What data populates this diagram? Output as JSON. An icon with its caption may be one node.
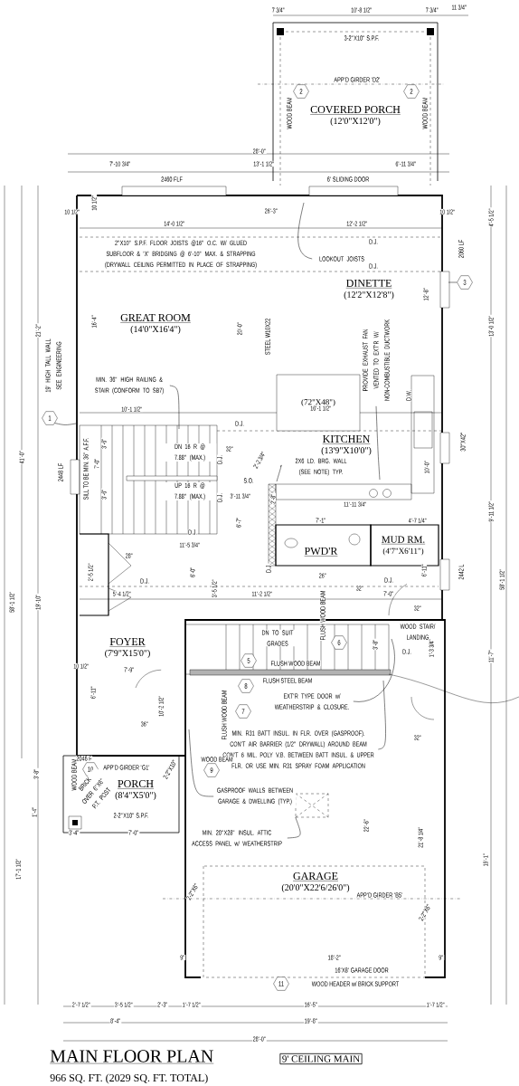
{
  "diagram": {
    "title": "MAIN FLOOR PLAN",
    "caption": "966 SQ. FT. (2029 SQ. FT. TOTAL)",
    "nodes": [
      {
        "text": [
          "COVERED PORCH",
          "(12'0\"X12'0\")"
        ]
      },
      {
        "text": [
          "GREAT ROOM",
          "(14'0\"X16'4\")"
        ]
      },
      {
        "text": [
          "DINETTE",
          "(12'2\"X12'8\")"
        ]
      },
      {
        "text": [
          "KITCHEN",
          "(13'9\"X10'0\")"
        ]
      },
      {
        "text": [
          "(72\"X48\")"
        ]
      },
      {
        "text": [
          "PWD'R"
        ]
      },
      {
        "text": [
          "MUD RM.",
          "(4'7\"X6'11\")"
        ]
      },
      {
        "text": [
          "FOYER",
          "(7'9\"X15'0\")"
        ]
      },
      {
        "text": [
          "PORCH",
          "(8'4\"X5'0\")"
        ]
      },
      {
        "text": [
          "GARAGE",
          "(20'0\"X22'6/26'0\")"
        ]
      },
      {
        "text": [],
        "shape": "box"
      },
      {
        "text": [
          "9' CEILING MAIN"
        ]
      },
      {
        "text": [
          "1"
        ],
        "beside": [
          "19' HIGH TALL WALL SEE ENGINEERING"
        ]
      },
      {
        "text": [
          "2"
        ]
      },
      {
        "text": [
          "2"
        ]
      },
      {
        "text": [
          "3"
        ]
      },
      {
        "text": [
          "5"
        ]
      },
      {
        "text": [
          "6"
        ]
      },
      {
        "text": [
          "7"
        ]
      },
      {
        "text": [
          "8"
        ]
      },
      {
        "text": [
          "9"
        ]
      },
      {
        "text": [
          "10"
        ]
      },
      {
        "text": [
          "11"
        ]
      },
      {
        "text": [
          "MIN. 36\" HIGH RAILING & STAIR (CONFORM TO SB7)"
        ]
      },
      {
        "text": [
          "LOOKOUT JOISTS"
        ]
      },
      {
        "text": [
          "PROVIDE EXHAUST FAN VENTED TO EXT'R W/ NON-COMBUSTIBLE DUCTWORK"
        ]
      },
      {
        "text": [
          "2X6 LD. BRG. WALL (SEE NOTE) TYP."
        ]
      },
      {
        "text": [
          "EXT'R TYPE DOOR w/ WEATHERSTRIP & CLOSURE."
        ]
      },
      {
        "text": [
          "MIN. R31 BATT INSUL. IN FLR. OVER (GASPROOF). CON'T AIR BARRIER (1/2\" DRYWALL) AROUND BEAM CON'T 6 MIL. POLY V.B. BETWEEN BATT INSUL. & UPPER FLR. OR USE MIN. R31 SPRAY FOAM APPLICATION"
        ]
      },
      {
        "text": [
          "GASPROOF WALLS BETWEEN GARAGE & DWELLING (TYP.)"
        ]
      },
      {
        "text": [
          "MIN. 20\"X28\" INSUL. ATTIC ACCESS PANEL w/ WEATHERSTRIP"
        ]
      }
    ],
    "edges": [
      {
        "from": 12,
        "to": null,
        "arrow": "none"
      },
      {
        "from": 23,
        "to": null,
        "arrow": "none"
      },
      {
        "from": 24,
        "to": null,
        "arrow": "none"
      },
      {
        "from": 25,
        "to": null,
        "arrow": "none"
      },
      {
        "from": 26,
        "to": null,
        "arrow": "none"
      },
      {
        "from": 27,
        "to": null,
        "arrow": "none"
      },
      {
        "from": 28,
        "to": null,
        "arrow": "none"
      },
      {
        "from": 29,
        "to": null,
        "arrow": "none"
      },
      {
        "from": 30,
        "to": 10,
        "arrow": "none"
      },
      {
        "from": 15,
        "to": null,
        "arrow": "none"
      }
    ],
    "labels": [
      "7 3/4\"",
      "10'-8 1/2\"",
      "7 3/4\"",
      "11 3/4\"",
      "3-2\"X10\" S.P.F.",
      "APP'D GIRDER 'D2'",
      "WOOD BEAM",
      "WOOD BEAM",
      "28'-0\"",
      "7'-10 3/4\"",
      "13'-1 1/2\"",
      "6'-11 3/4\"",
      "2460 FLF",
      "6' SLIDING DOOR",
      "10 1/2\"",
      "10 1/2\"",
      "26'-3\"",
      "10 1/2\"",
      "4'-5 1/2\"",
      "14'-0 1/2\"",
      "12'-2 1/2\"",
      "2\"X10\" S.P.F. FLOOR JOISTS @16\" O.C. W/ GLUED SUBFLOOR & 'X' BRIDGING @ 6'-10\" MAX. & STRAPPING (DRYWALL CEILING PERMITTED IN PLACE OF STRAPPING)",
      "D.J.",
      "D.J.",
      "2060 LF",
      "12'-8\"",
      "21'-2\"",
      "16'-4\"",
      "20'-0\"",
      "STEEL W10X22",
      "13'-0 1/2\"",
      "10'-1 1/2\"",
      "16'-1 1/2\"",
      "D.J.",
      "D.W.",
      "30\"X42\"",
      "DN 16 R @ 7.88\" (MAX.)",
      "32\"",
      "D.J.",
      "D.J.",
      "41'-0\"",
      "2448 LF",
      "SILL TO BE MIN. 36\" A.F.F.",
      "7'-0\"",
      "3'-6\"",
      "3'-6\"",
      "UP 16 R @ 7.88\" (MAX.)",
      "S.O.",
      "2'-2 3/4\"",
      "2'-8\"",
      "3'-11 3/4\"",
      "11'-11 3/4\"",
      "10'-0\"",
      "9'-11 1/2\"",
      "6'-7\"",
      "7'-1\"",
      "4'-7 1/4\"",
      "D.J.",
      "11'-5 3/4\"",
      "28\"",
      "6'-0\"",
      "2'-5 1/2\"",
      "5'-4 1/2\"",
      "D.J.",
      "58'-1 1/2\"",
      "19'-10\"",
      "3'-5 1/2\"",
      "11'-2 1/2\"",
      "D.J.",
      "26\"",
      "32\"",
      "D.J.",
      "7'-0\"",
      "6'-11\"",
      "2442 L",
      "58'-1 1/2\"",
      "FLUSH WOOD BEAM",
      "32\"",
      "WOOD STAIR/ LANDING",
      "D.J.",
      "1'-3 3/4\"",
      "11'-7\"",
      "DN TO SUIT GRADES",
      "FLUSH WOOD BEAM",
      "3'-8\"",
      "7'-9\"",
      "10 1/2\"",
      "6'-11\"",
      "10'-2 1/2\"",
      "FLUSH STEEL BEAM",
      "FLUSH WOOD BEAM",
      "36\"",
      "32\"",
      "2046 F",
      "APP'D GIRDER 'G1'",
      "WOOD BEAM",
      "BRICK OVER 6\"X6\" P.T. POST",
      "2-2\"X10\"",
      "WOOD BEAM",
      "3'-8\"",
      "1'-4\"",
      "2-2\"X10\" S.P.F.",
      "3'-4\"",
      "7'-0\"",
      "22'-6\"",
      "21'-8 1/4\"",
      "19'-1\"",
      "17'-1 1/2\"",
      "2-2\"X6\"",
      "APP'D GIRDER 'B5'",
      "2-2\"X6\"",
      "9\"",
      "18'-2\"",
      "9\"",
      "16'X8' GARAGE DOOR",
      "WOOD HEADER w/ BRICK SUPPORT",
      "2'-7 1/2\"",
      "3'-5 1/2\"",
      "2'-3\"",
      "1'-7 1/2\"",
      "16'-5\"",
      "1'-7 1/2\"",
      "8'-4\"",
      "19'-8\"",
      "28'-0\""
    ]
  }
}
